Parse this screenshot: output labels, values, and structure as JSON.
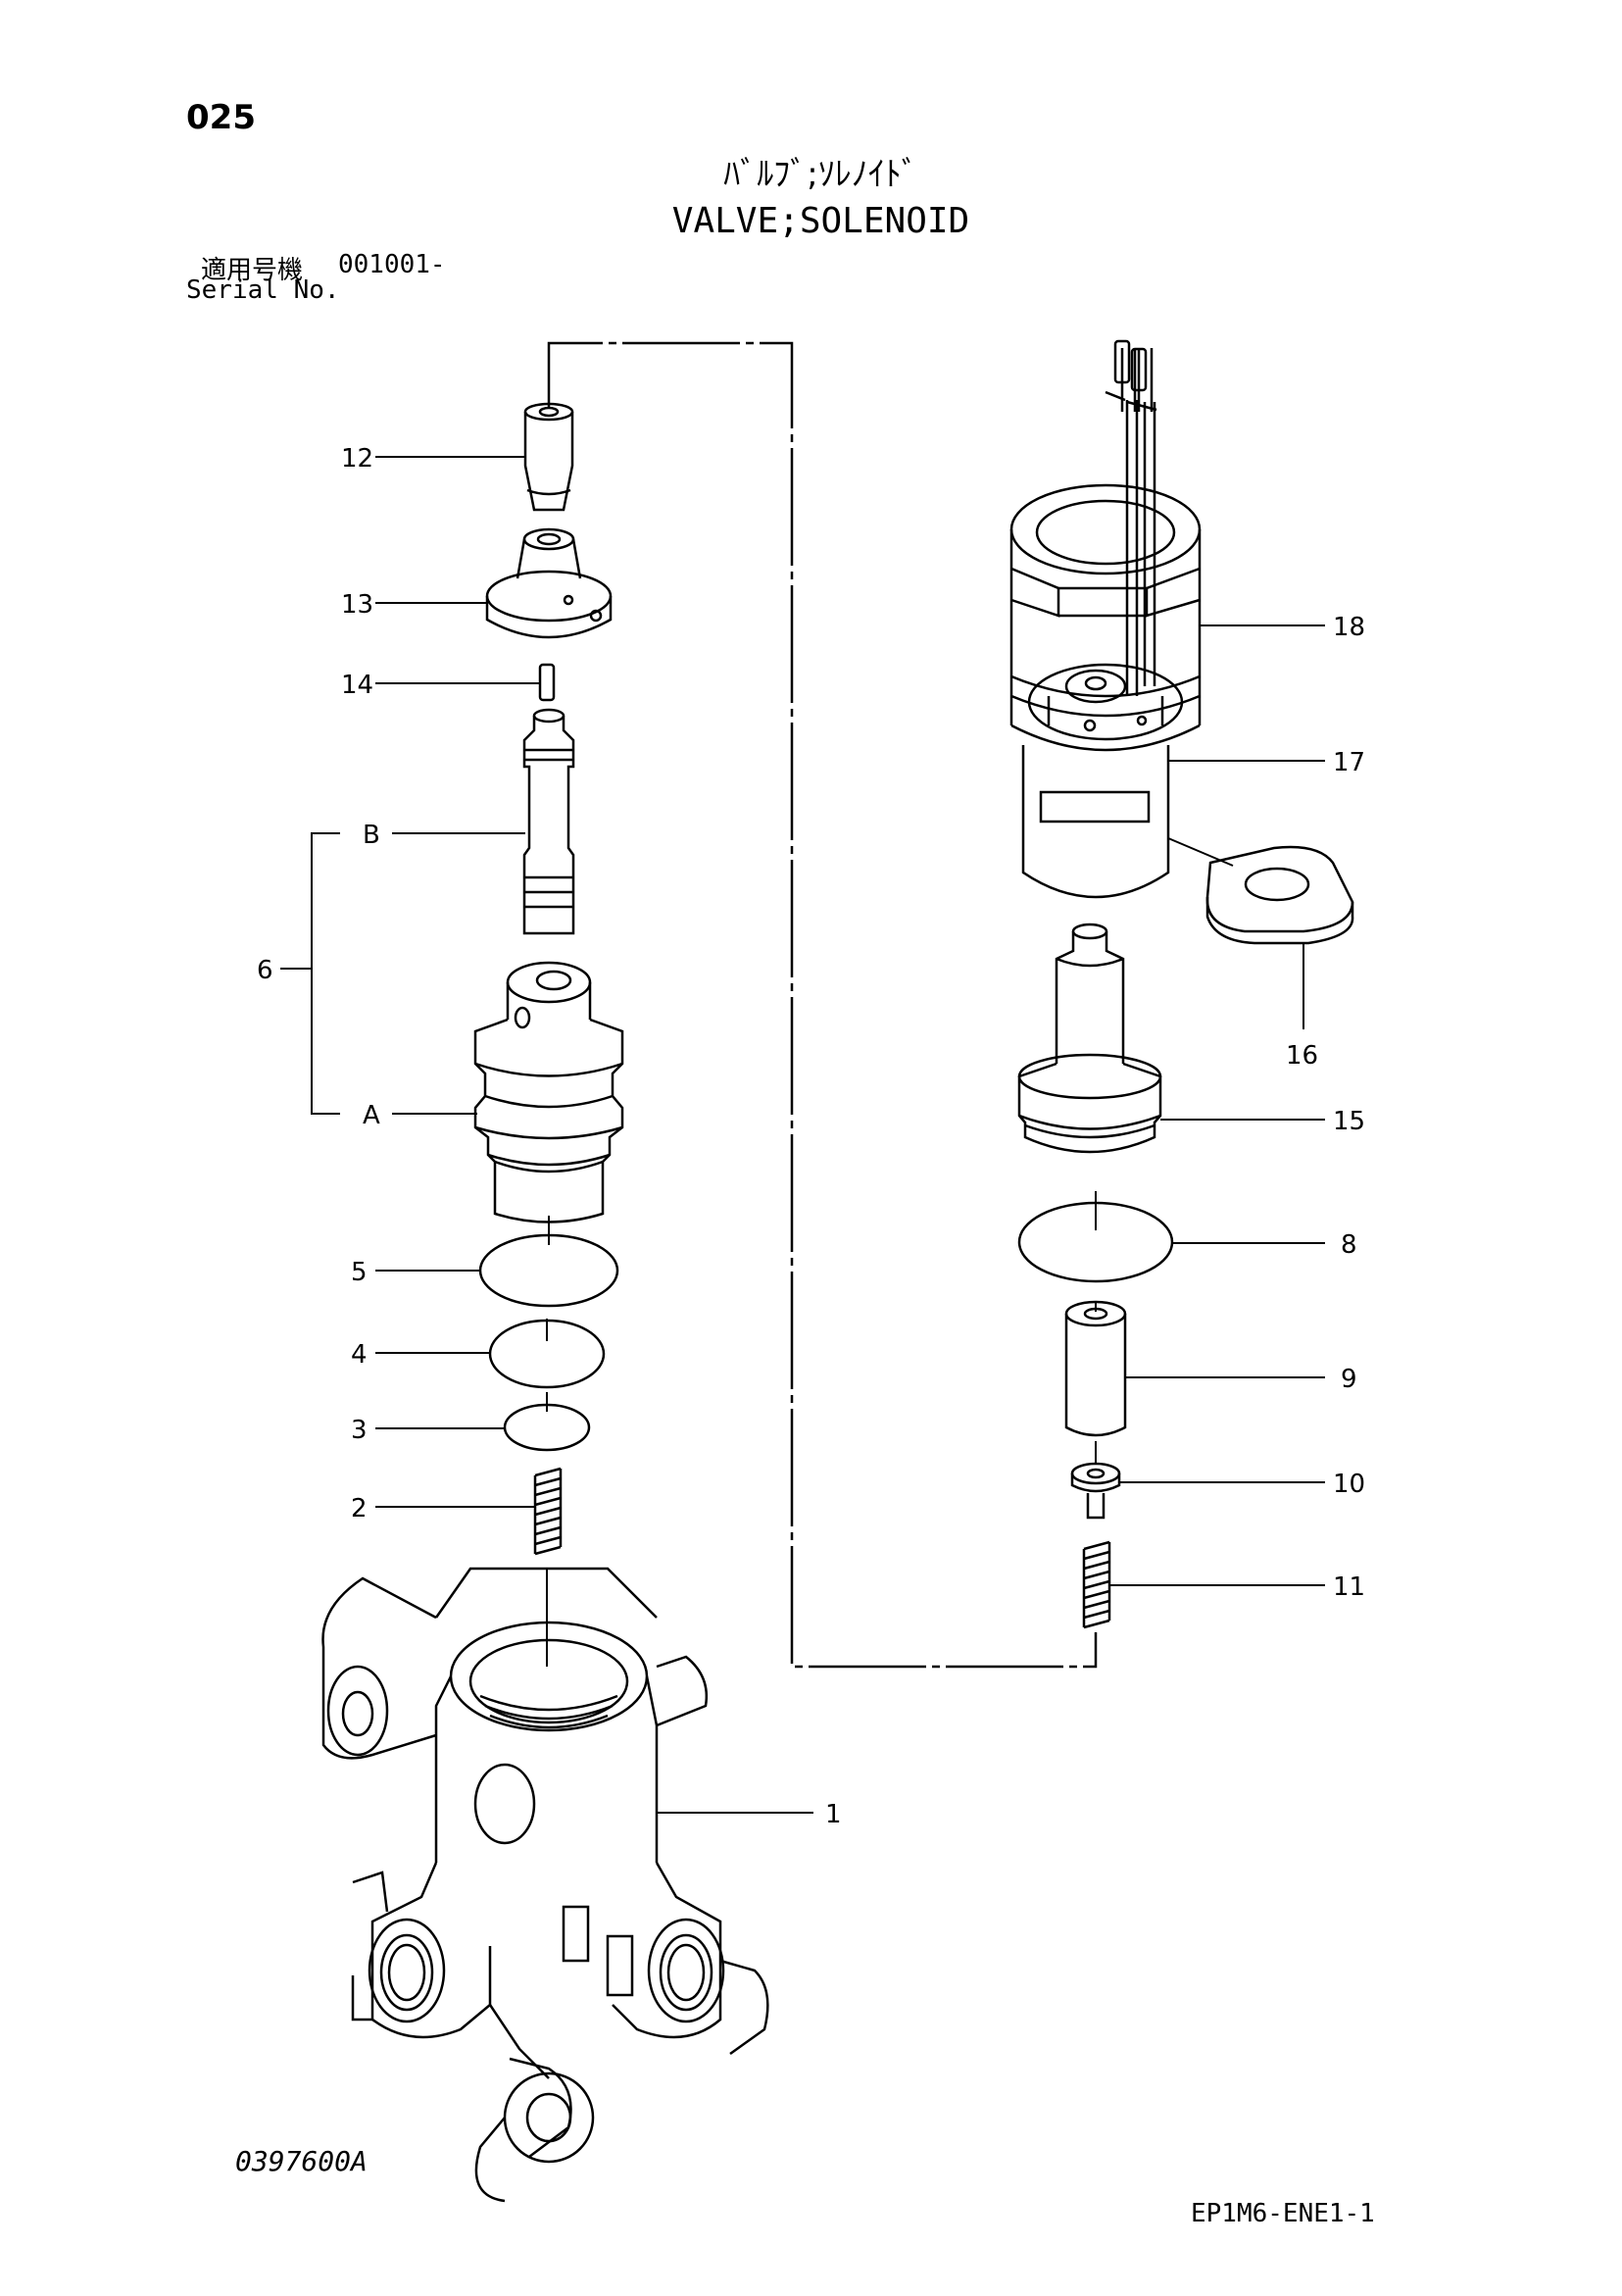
{
  "page": {
    "number": "025",
    "title_jp": "ﾊﾞﾙﾌﾞ;ｿﾚﾉｲﾄﾞ",
    "title_en": "VALVE;SOLENOID",
    "serial_label_jp": "適用号機",
    "serial_value": "001001-",
    "serial_label_en": "Serial No.",
    "drawing_id": "0397600A",
    "page_code": "EP1M6-ENE1-1"
  },
  "callouts": {
    "c1": "1",
    "c2": "2",
    "c3": "3",
    "c4": "4",
    "c5": "5",
    "c6": "6",
    "cA": "A",
    "cB": "B",
    "c8": "8",
    "c9": "9",
    "c10": "10",
    "c11": "11",
    "c12": "12",
    "c13": "13",
    "c14": "14",
    "c15": "15",
    "c16": "16",
    "c17": "17",
    "c18": "18"
  }
}
